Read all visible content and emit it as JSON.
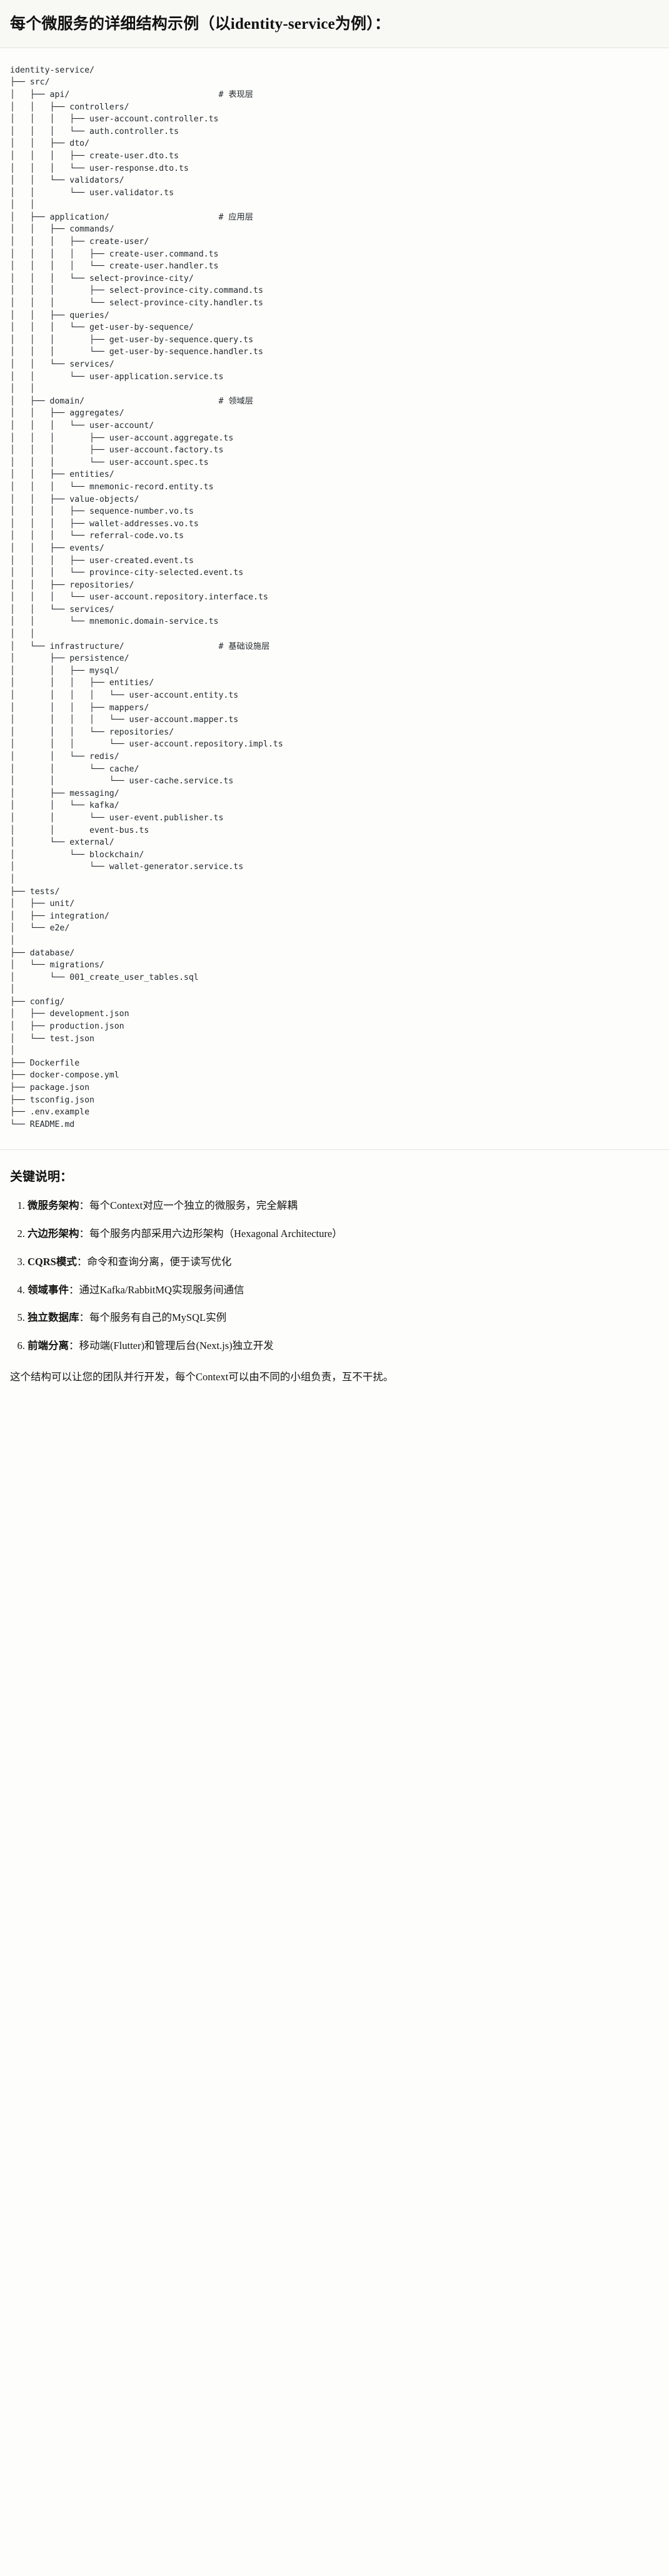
{
  "heading": {
    "text": "每个微服务的详细结构示例（以identity-service为例）："
  },
  "tree": {
    "root": "identity-service/",
    "comments": {
      "api": "# 表现层",
      "application": "# 应用层",
      "domain": "# 领域层",
      "infrastructure": "# 基础设施层"
    },
    "text": "identity-service/\n├── src/\n│   ├── api/                              # 表现层\n│   │   ├── controllers/\n│   │   │   ├── user-account.controller.ts\n│   │   │   └── auth.controller.ts\n│   │   ├── dto/\n│   │   │   ├── create-user.dto.ts\n│   │   │   └── user-response.dto.ts\n│   │   └── validators/\n│   │       └── user.validator.ts\n│   │\n│   ├── application/                      # 应用层\n│   │   ├── commands/\n│   │   │   ├── create-user/\n│   │   │   │   ├── create-user.command.ts\n│   │   │   │   └── create-user.handler.ts\n│   │   │   └── select-province-city/\n│   │   │       ├── select-province-city.command.ts\n│   │   │       └── select-province-city.handler.ts\n│   │   ├── queries/\n│   │   │   └── get-user-by-sequence/\n│   │   │       ├── get-user-by-sequence.query.ts\n│   │   │       └── get-user-by-sequence.handler.ts\n│   │   └── services/\n│   │       └── user-application.service.ts\n│   │\n│   ├── domain/                           # 领域层\n│   │   ├── aggregates/\n│   │   │   └── user-account/\n│   │   │       ├── user-account.aggregate.ts\n│   │   │       ├── user-account.factory.ts\n│   │   │       └── user-account.spec.ts\n│   │   ├── entities/\n│   │   │   └── mnemonic-record.entity.ts\n│   │   ├── value-objects/\n│   │   │   ├── sequence-number.vo.ts\n│   │   │   ├── wallet-addresses.vo.ts\n│   │   │   └── referral-code.vo.ts\n│   │   ├── events/\n│   │   │   ├── user-created.event.ts\n│   │   │   └── province-city-selected.event.ts\n│   │   ├── repositories/\n│   │   │   └── user-account.repository.interface.ts\n│   │   └── services/\n│   │       └── mnemonic.domain-service.ts\n│   │\n│   └── infrastructure/                   # 基础设施层\n│       ├── persistence/\n│       │   ├── mysql/\n│       │   │   ├── entities/\n│       │   │   │   └── user-account.entity.ts\n│       │   │   ├── mappers/\n│       │   │   │   └── user-account.mapper.ts\n│       │   │   └── repositories/\n│       │   │       └── user-account.repository.impl.ts\n│       │   └── redis/\n│       │       └── cache/\n│       │           └── user-cache.service.ts\n│       ├── messaging/\n│       │   └── kafka/\n│       │       └── user-event.publisher.ts\n│       │       event-bus.ts\n│       └── external/\n│           └── blockchain/\n│               └── wallet-generator.service.ts\n│\n├── tests/\n│   ├── unit/\n│   ├── integration/\n│   └── e2e/\n│\n├── database/\n│   └── migrations/\n│       └── 001_create_user_tables.sql\n│\n├── config/\n│   ├── development.json\n│   ├── production.json\n│   └── test.json\n│\n├── Dockerfile\n├── docker-compose.yml\n├── package.json\n├── tsconfig.json\n├── .env.example\n└── README.md"
  },
  "notes": {
    "title": "关键说明：",
    "items": [
      {
        "term": "微服务架构",
        "sep": "：",
        "desc": "每个Context对应一个独立的微服务，完全解耦"
      },
      {
        "term": "六边形架构",
        "sep": "：",
        "desc": "每个服务内部采用六边形架构（Hexagonal Architecture）"
      },
      {
        "term": "CQRS模式",
        "sep": "：",
        "desc": "命令和查询分离，便于读写优化"
      },
      {
        "term": "领域事件",
        "sep": "：",
        "desc": "通过Kafka/RabbitMQ实现服务间通信"
      },
      {
        "term": "独立数据库",
        "sep": "：",
        "desc": "每个服务有自己的MySQL实例"
      },
      {
        "term": "前端分离",
        "sep": "：",
        "desc": "移动端(Flutter)和管理后台(Next.js)独立开发"
      }
    ],
    "closing": "这个结构可以让您的团队并行开发，每个Context可以由不同的小组负责，互不干扰。"
  }
}
